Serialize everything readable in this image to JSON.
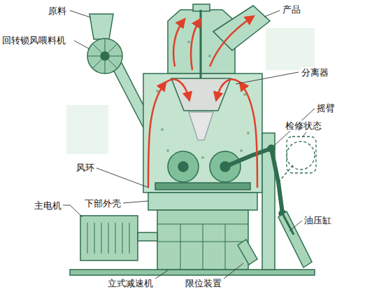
{
  "diagram": {
    "labels": [
      "原料",
      "回转锁风喂料机",
      "风环",
      "主电机",
      "下部外壳",
      "立式减速机",
      "限位装置",
      "产品",
      "分离器",
      "摇臂",
      "检修状态",
      "油压缸"
    ]
  }
}
